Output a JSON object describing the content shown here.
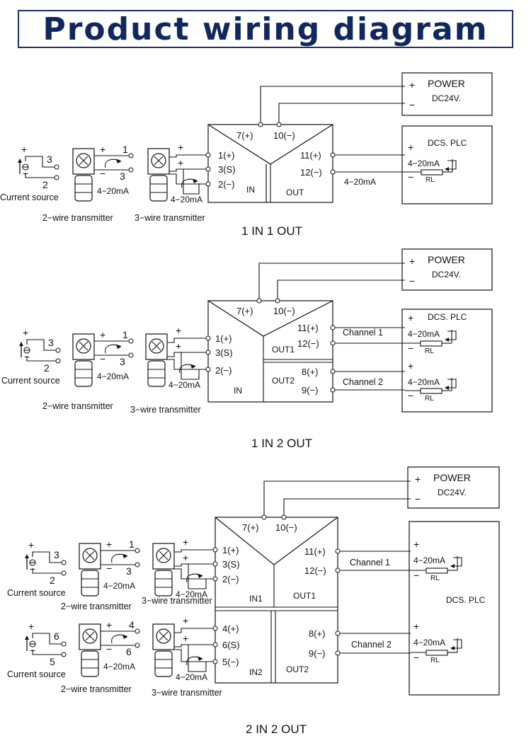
{
  "title": "Product wiring diagram",
  "labels": {
    "plus": "+",
    "minus": "−",
    "power": "POWER",
    "dc24v": "DC24V.",
    "dcs_plc": "DCS. PLC",
    "rl": "RL",
    "ma": "4−20mA",
    "current_source": "Current source",
    "two_wire": "2−wire transmitter",
    "three_wire": "3−wire transmitter",
    "in": "IN",
    "in1": "IN1",
    "in2": "IN2",
    "out": "OUT",
    "out1": "OUT1",
    "out2": "OUT2",
    "channel1": "Channel 1",
    "channel2": "Channel 2",
    "t1": "1",
    "t2": "2",
    "t3": "3",
    "t4": "4",
    "t5": "5",
    "t6": "6",
    "t1p": "1(+)",
    "t3s": "3(S)",
    "t2m": "2(−)",
    "t4p": "4(+)",
    "t6s": "6(S)",
    "t5m": "5(−)",
    "t7p": "7(+)",
    "t10m": "10(−)",
    "t11p": "11(+)",
    "t12m": "12(−)",
    "t8p": "8(+)",
    "t9m": "9(−)"
  },
  "sections": {
    "s1": "1 IN 1 OUT",
    "s2": "1 IN 2 OUT",
    "s3": "2 IN 2 OUT"
  }
}
